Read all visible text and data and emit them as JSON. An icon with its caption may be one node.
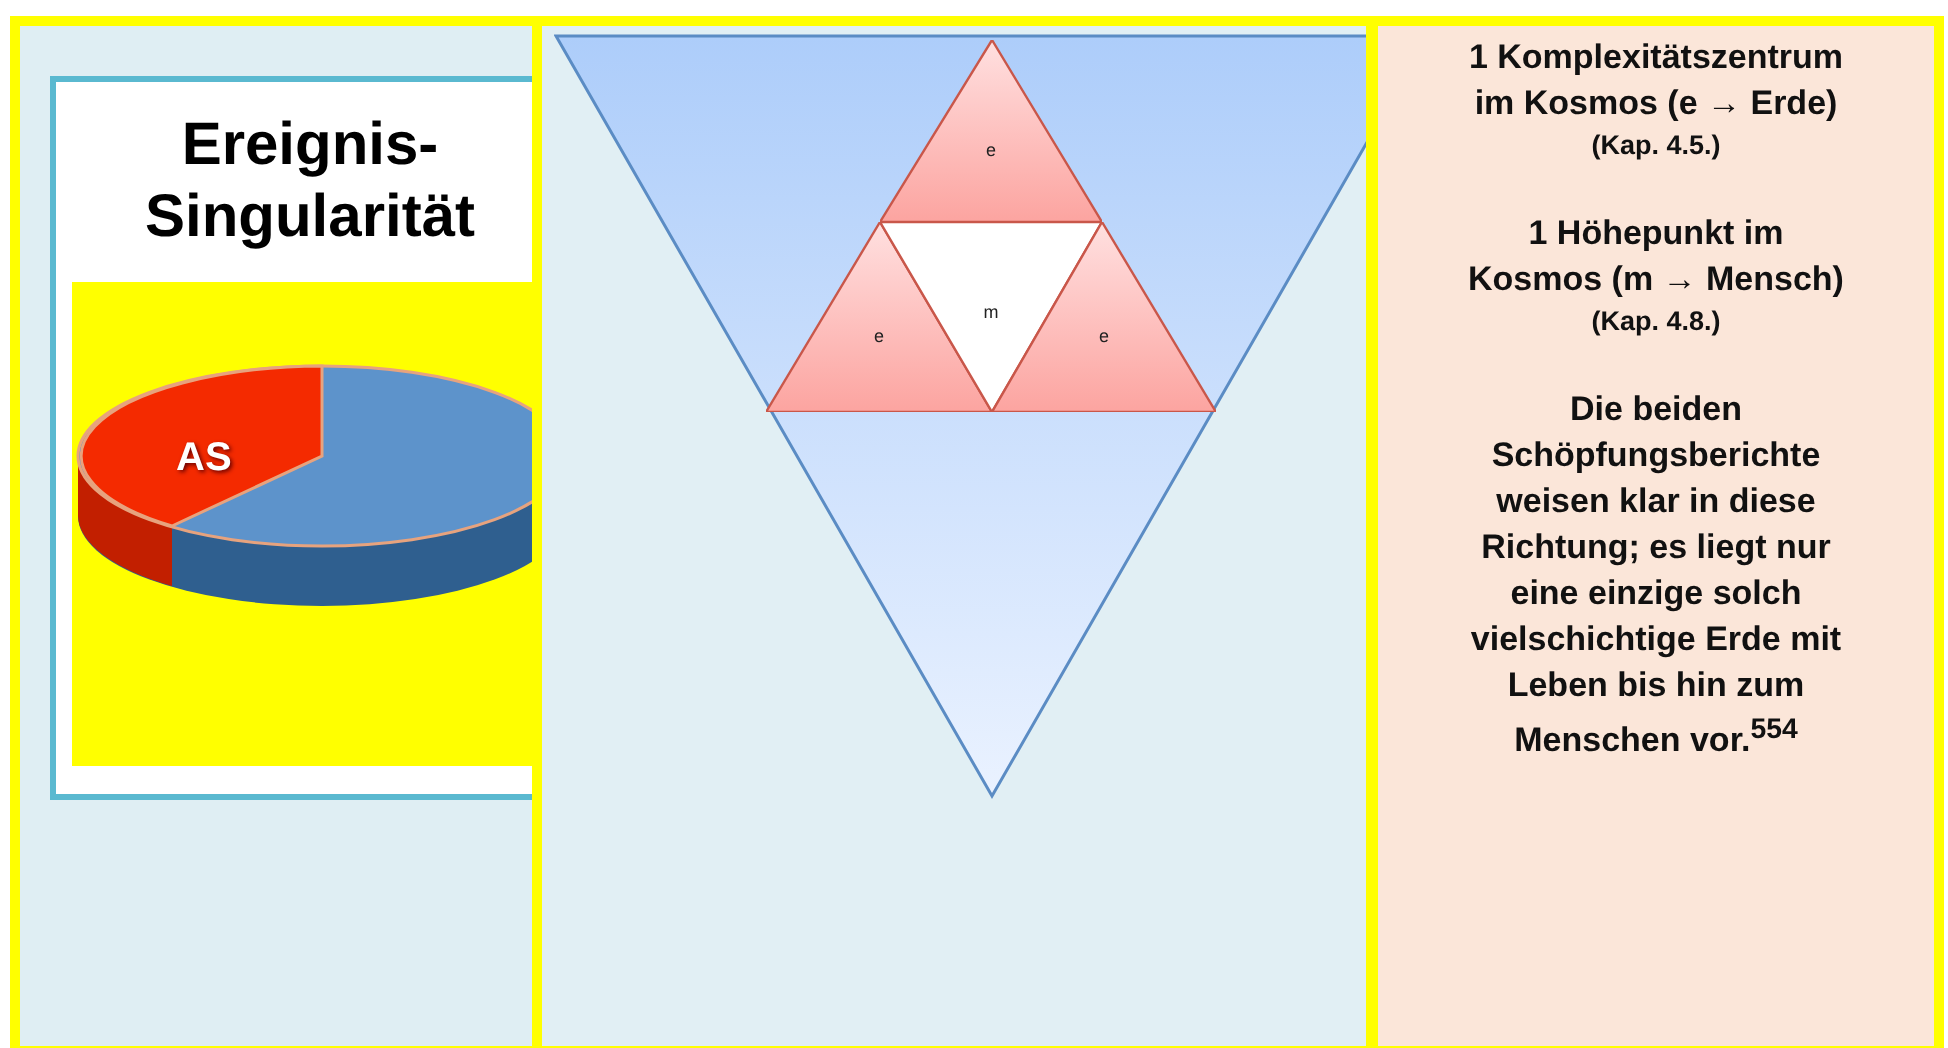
{
  "diagram": {
    "nodes": [
      {
        "text": [
          "Ereignis- Singularität"
        ]
      },
      {
        "text": [
          "AS"
        ],
        "in": 0
      },
      {
        "text": [],
        "shape": "triangle"
      },
      {
        "text": [
          "e"
        ],
        "in": 2
      },
      {
        "text": [
          "e"
        ],
        "in": 2
      },
      {
        "text": [
          "m"
        ],
        "in": 2
      },
      {
        "text": [
          "e"
        ],
        "in": 2
      },
      {
        "text": [
          "1 Komplexitätszentrum im Kosmos (e → Erde)",
          "(Kap. 4.5.)",
          "1 Höhepunkt im Kosmos (m → Mensch)",
          "(Kap. 4.8.)",
          "Die beiden Schöpfungsberichte weisen klar in diese Richtung; es liegt nur eine einzige solch vielschichtige Erde mit Leben bis hin zum Menschen vor.$^{554}$"
        ]
      }
    ]
  }
}
